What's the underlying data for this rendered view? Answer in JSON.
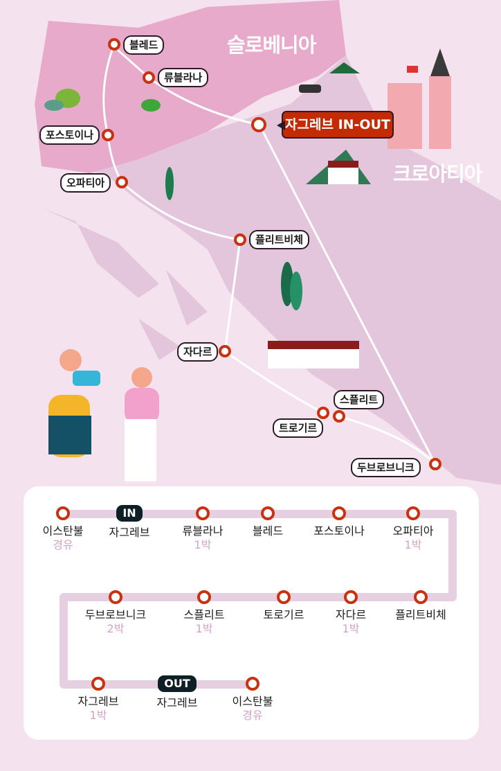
{
  "map": {
    "countries": {
      "slovenia": "슬로베니아",
      "croatia": "크로아티아"
    },
    "hub_callout": "자그레브 IN-OUT",
    "cities": {
      "bled": "블레드",
      "ljubljana": "류블라나",
      "postojna": "포스토이나",
      "opatija": "오파티아",
      "plitvice": "플리트비체",
      "zadar": "자다르",
      "split": "스플리트",
      "trogir": "트로기르",
      "dubrovnik": "두브로브니크"
    }
  },
  "itinerary": {
    "row1": [
      {
        "name": "이스탄불",
        "note": "경유"
      },
      {
        "name": "자그레브",
        "tag": "IN"
      },
      {
        "name": "류블라나",
        "note": "1박"
      },
      {
        "name": "블레드"
      },
      {
        "name": "포스토이나"
      },
      {
        "name": "오파티아",
        "note": "1박"
      }
    ],
    "row2": [
      {
        "name": "두브로브니크",
        "note": "2박"
      },
      {
        "name": "스플리트",
        "note": "1박"
      },
      {
        "name": "토로기르"
      },
      {
        "name": "자다르",
        "note": "1박"
      },
      {
        "name": "플리트비체"
      }
    ],
    "row3": [
      {
        "name": "자그레브",
        "note": "1박"
      },
      {
        "name": "자그레브",
        "tag": "OUT"
      },
      {
        "name": "이스탄불",
        "note": "경유"
      }
    ]
  },
  "colors": {
    "marker": "#c9310f",
    "route_line": "#e6cfe1",
    "callout": "#c42b04"
  }
}
